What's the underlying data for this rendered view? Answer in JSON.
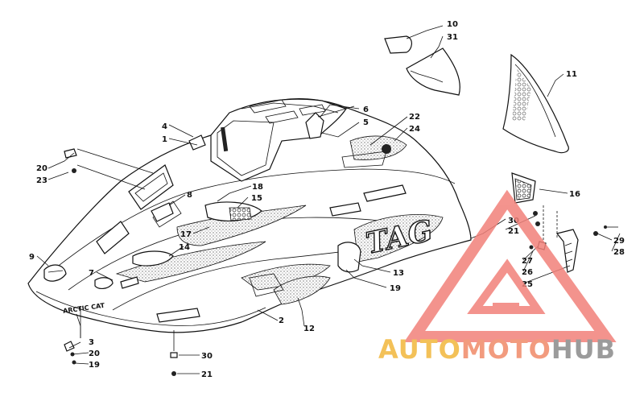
{
  "labels": [
    {
      "id": "l10",
      "text": "10"
    },
    {
      "id": "l31",
      "text": "31"
    },
    {
      "id": "l11",
      "text": "11"
    },
    {
      "id": "l6",
      "text": "6"
    },
    {
      "id": "l5",
      "text": "5"
    },
    {
      "id": "l22",
      "text": "22"
    },
    {
      "id": "l24",
      "text": "24"
    },
    {
      "id": "l4",
      "text": "4"
    },
    {
      "id": "l1",
      "text": "1"
    },
    {
      "id": "l20a",
      "text": "20"
    },
    {
      "id": "l23",
      "text": "23"
    },
    {
      "id": "l18",
      "text": "18"
    },
    {
      "id": "l15",
      "text": "15"
    },
    {
      "id": "l8",
      "text": "8"
    },
    {
      "id": "l16",
      "text": "16"
    },
    {
      "id": "l30a",
      "text": "30"
    },
    {
      "id": "l21a",
      "text": "21"
    },
    {
      "id": "l17",
      "text": "17"
    },
    {
      "id": "l14",
      "text": "14"
    },
    {
      "id": "l9",
      "text": "9"
    },
    {
      "id": "l7",
      "text": "7"
    },
    {
      "id": "l13",
      "text": "13"
    },
    {
      "id": "l19a",
      "text": "19"
    },
    {
      "id": "l29",
      "text": "29"
    },
    {
      "id": "l28",
      "text": "28"
    },
    {
      "id": "l27",
      "text": "27"
    },
    {
      "id": "l26",
      "text": "26"
    },
    {
      "id": "l25",
      "text": "25"
    },
    {
      "id": "l2",
      "text": "2"
    },
    {
      "id": "l12",
      "text": "12"
    },
    {
      "id": "l3",
      "text": "3"
    },
    {
      "id": "l20b",
      "text": "20"
    },
    {
      "id": "l19b",
      "text": "19"
    },
    {
      "id": "l30b",
      "text": "30"
    },
    {
      "id": "l21b",
      "text": "21"
    }
  ],
  "decals": {
    "tag_text": "TAG",
    "brand_text": "ARCTIC CAT"
  },
  "watermark": {
    "part1": "AUTO",
    "part2": "MOTO",
    "part3": "HUB",
    "color_auto": "#f2b73c",
    "color_moto": "#f08a68",
    "color_hub": "#8a8a8a",
    "logo_color": "#f2817a"
  }
}
